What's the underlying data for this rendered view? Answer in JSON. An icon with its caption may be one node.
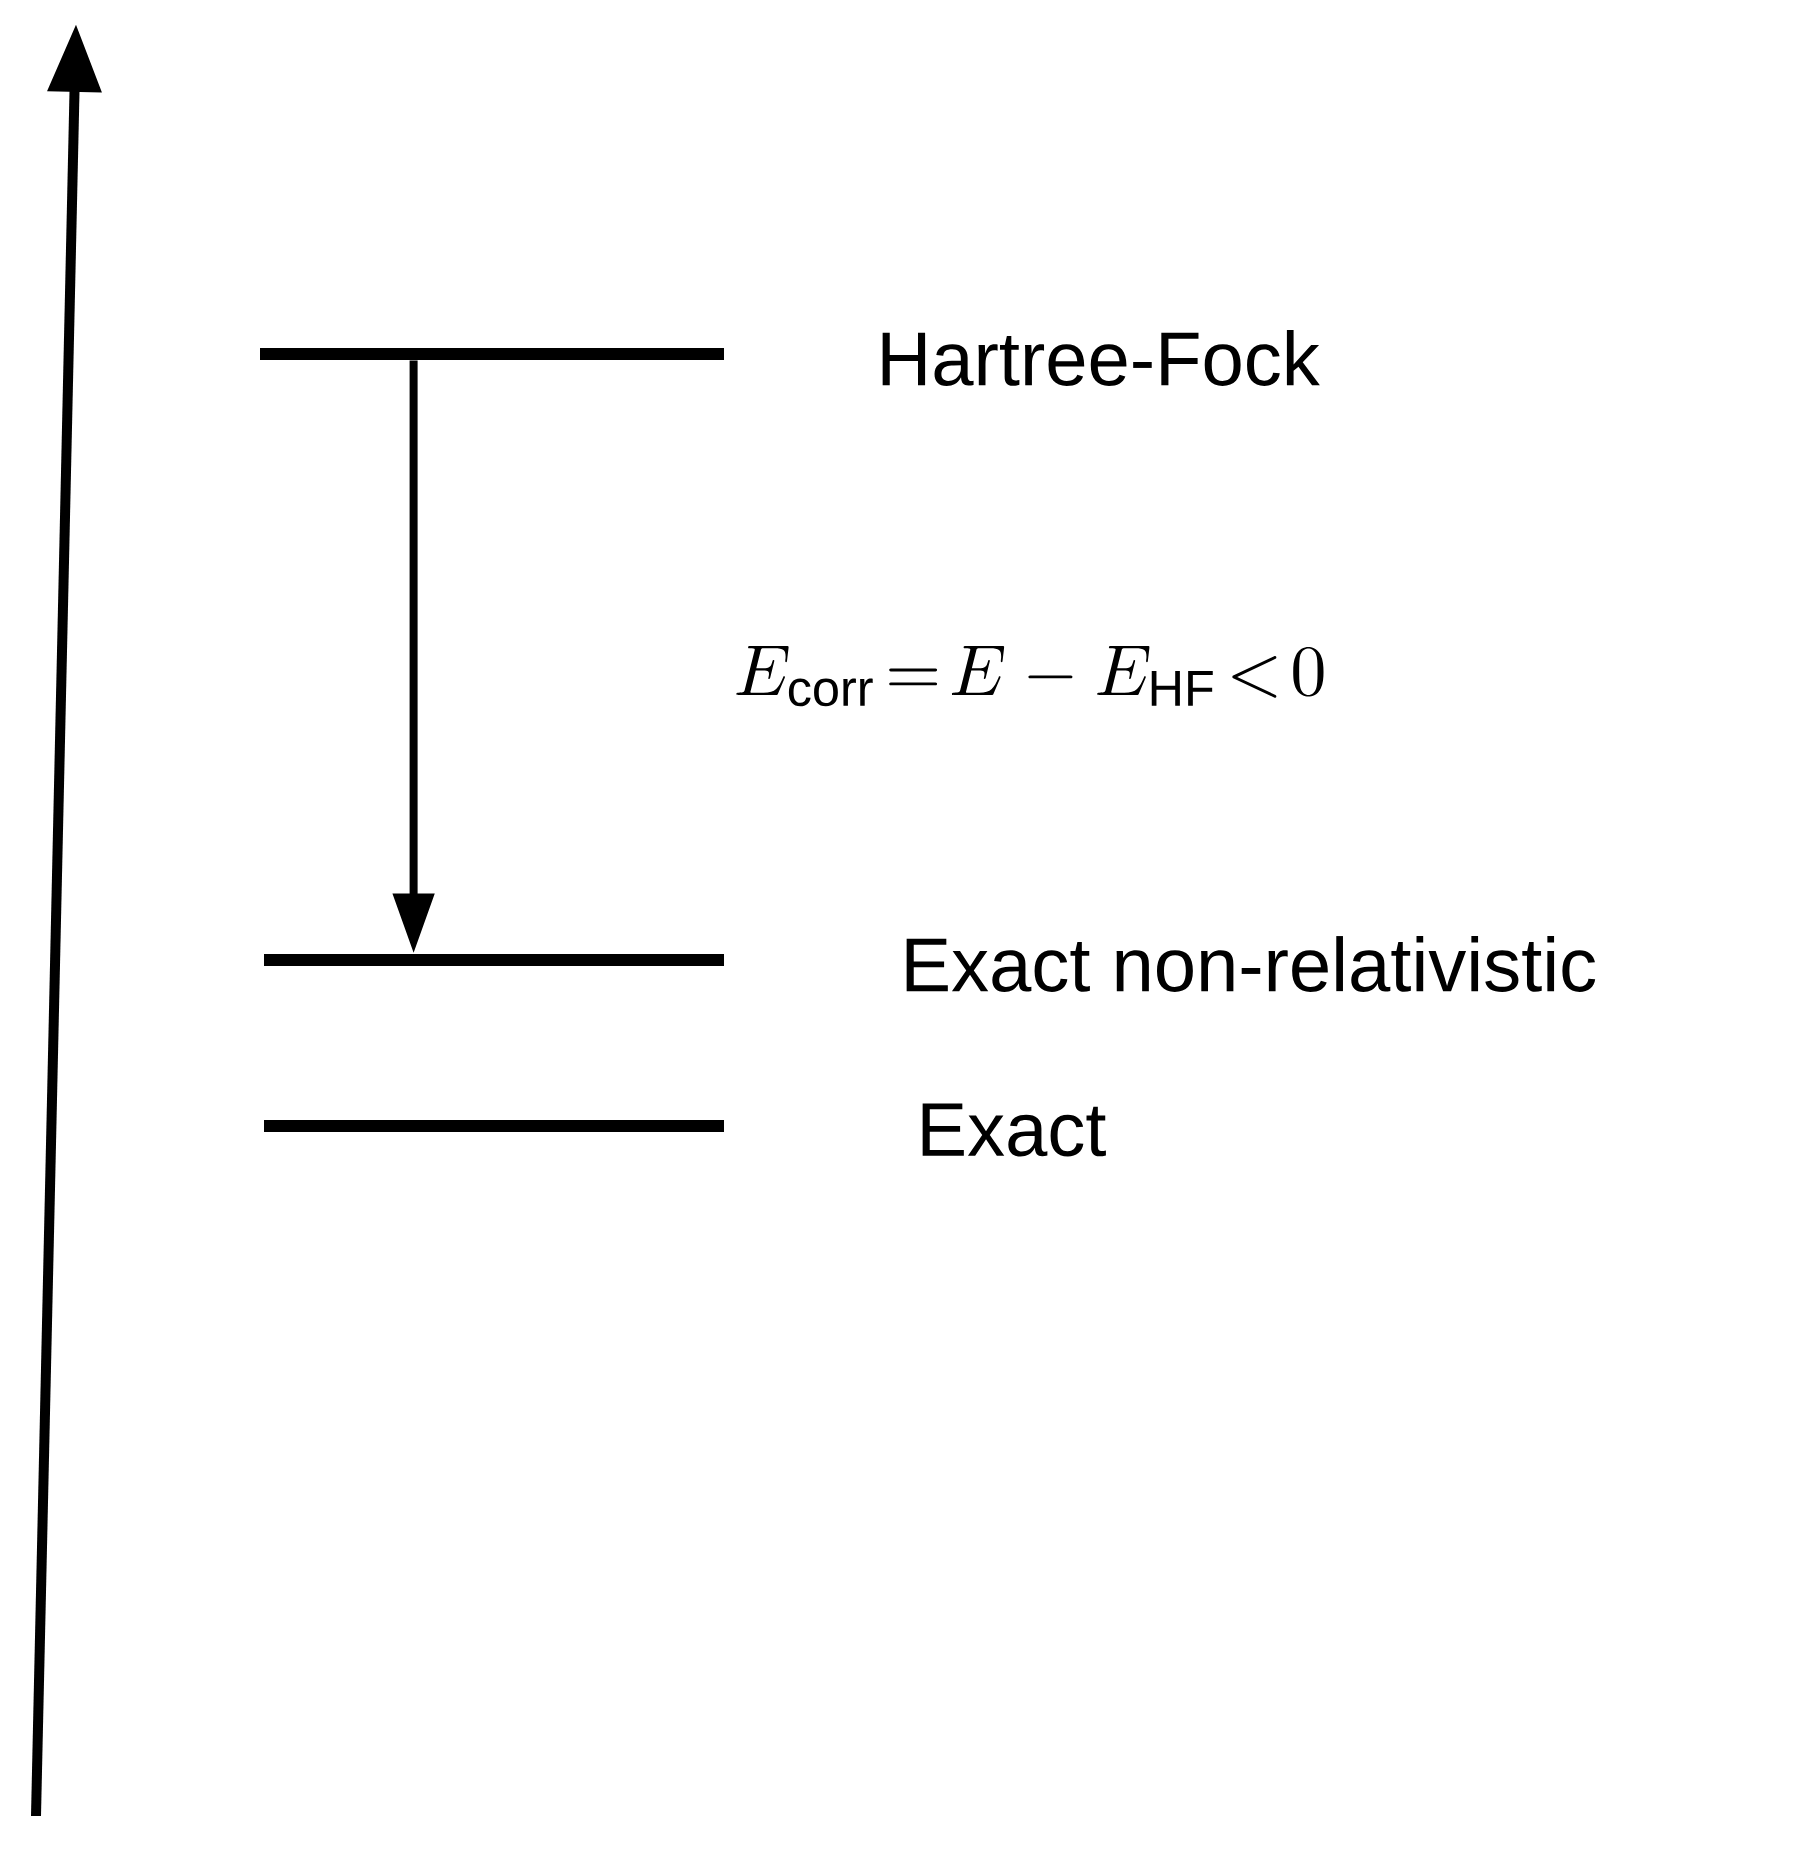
{
  "diagram": {
    "nodes": [
      {
        "text": [],
        "shape": "bar",
        "beside": [
          "Hartree-Fock"
        ]
      },
      {
        "text": [],
        "shape": "bar",
        "beside": [
          "Exact non-relativistic"
        ]
      },
      {
        "text": [],
        "shape": "bar",
        "beside": [
          "Exact"
        ]
      }
    ],
    "edges": [
      {
        "from": 0,
        "to": 1,
        "arrow": "to"
      }
    ],
    "labels": [
      "E_{\\mathrm{corr}}\\!=\\!E-E_{\\mathrm{HF}}\\!<\\!0"
    ]
  }
}
